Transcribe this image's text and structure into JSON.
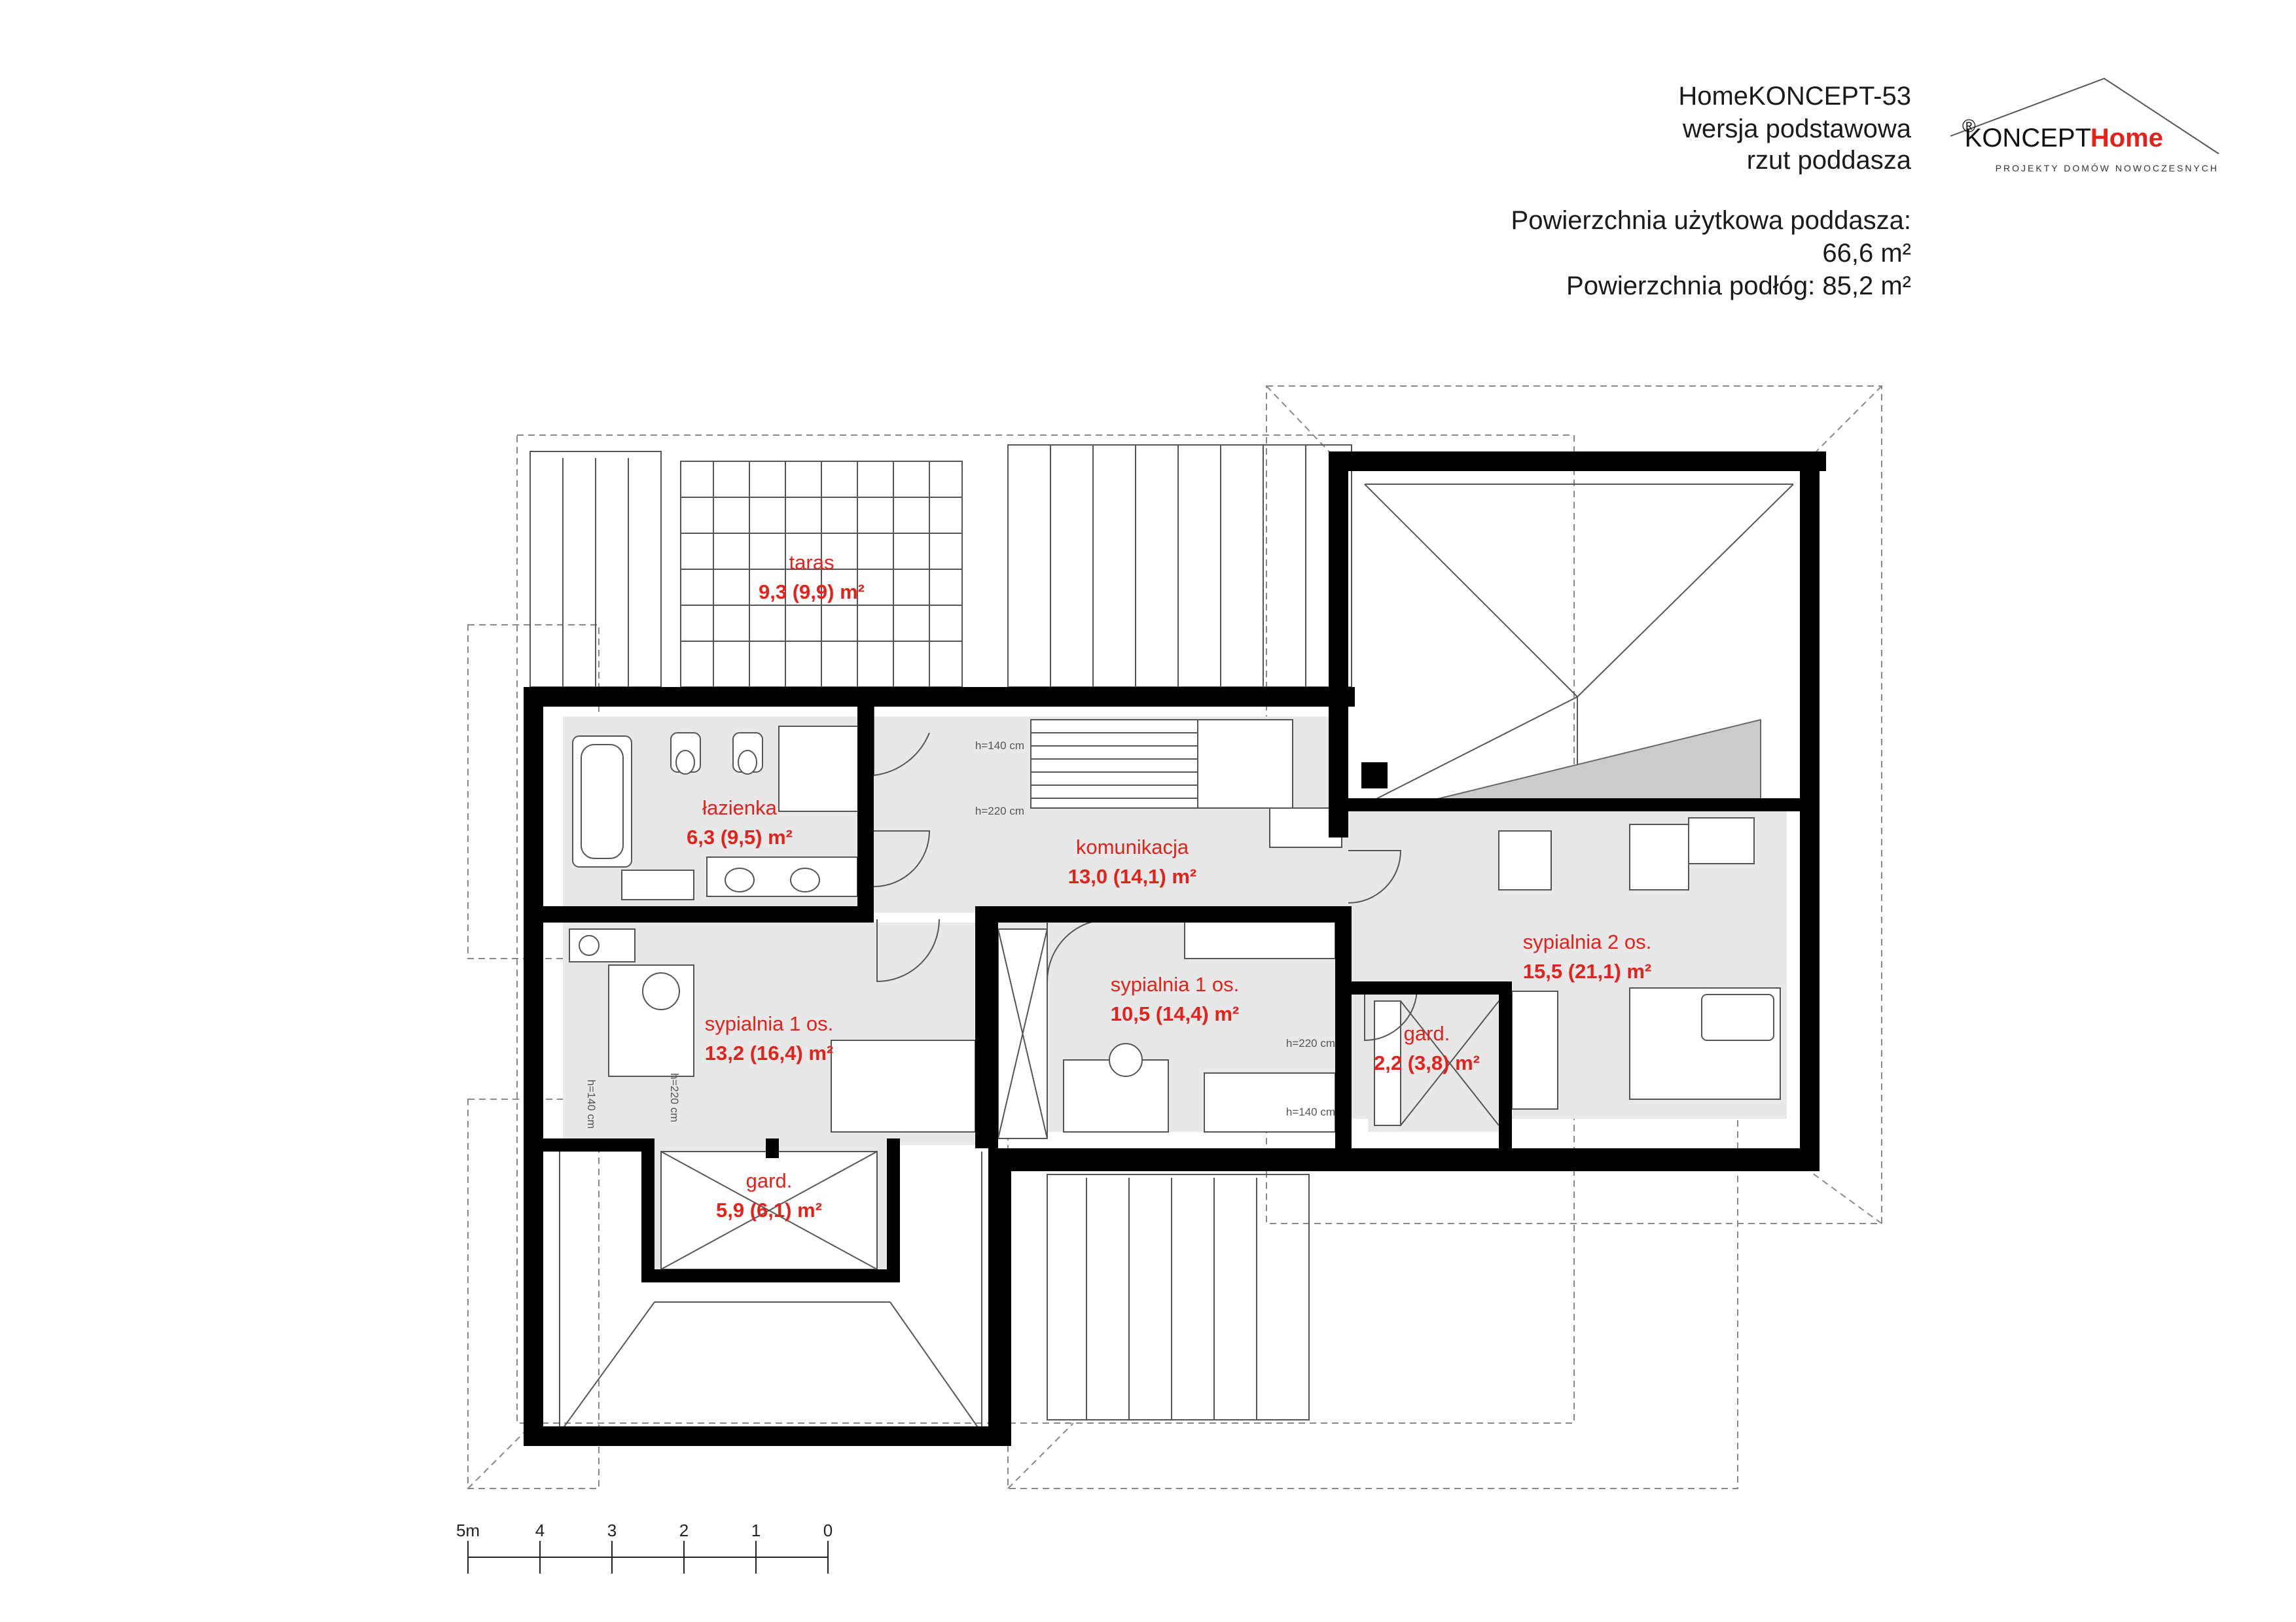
{
  "header": {
    "title": "HomeKONCEPT-53",
    "version": "wersja podstawowa",
    "view": "rzut poddasza",
    "usable_area_label": "Powierzchnia użytkowa poddasza:",
    "usable_area_value": "66,6 m²",
    "floor_area": "Powierzchnia podłóg: 85,2 m²"
  },
  "logo": {
    "brand_home": "Home",
    "brand_koncept": "KONCEPT",
    "registered": "®",
    "tagline": "PROJEKTY DOMÓW NOWOCZESNYCH",
    "accent_color": "#e3231b"
  },
  "rooms": [
    {
      "id": "taras",
      "name": "taras",
      "area": "9,3 (9,9) m²"
    },
    {
      "id": "lazienka",
      "name": "łazienka",
      "area": "6,3 (9,5) m²"
    },
    {
      "id": "komunikacja",
      "name": "komunikacja",
      "area": "13,0 (14,1) m²"
    },
    {
      "id": "sypialnia-2os",
      "name": "sypialnia 2 os.",
      "area": "15,5 (21,1) m²"
    },
    {
      "id": "sypialnia-1os-a",
      "name": "sypialnia 1 os.",
      "area": "13,2 (16,4) m²"
    },
    {
      "id": "sypialnia-1os-b",
      "name": "sypialnia 1 os.",
      "area": "10,5 (14,4) m²"
    },
    {
      "id": "gard-a",
      "name": "gard.",
      "area": "2,2 (3,8) m²"
    },
    {
      "id": "gard-b",
      "name": "gard.",
      "area": "5,9 (6,1) m²"
    }
  ],
  "height_notes": {
    "h140_stairs": "h=140 cm",
    "h220_stairs": "h=220 cm",
    "h220_bed": "h=220 cm",
    "h140_bed": "h=140 cm",
    "h140_left": "h=140 cm",
    "h220_left": "h=220 cm"
  },
  "scale": {
    "ticks": [
      "5m",
      "4",
      "3",
      "2",
      "1",
      "0"
    ]
  },
  "colors": {
    "label_red": "#e3231b",
    "wall": "#000000",
    "floor": "#e8e8e8"
  }
}
